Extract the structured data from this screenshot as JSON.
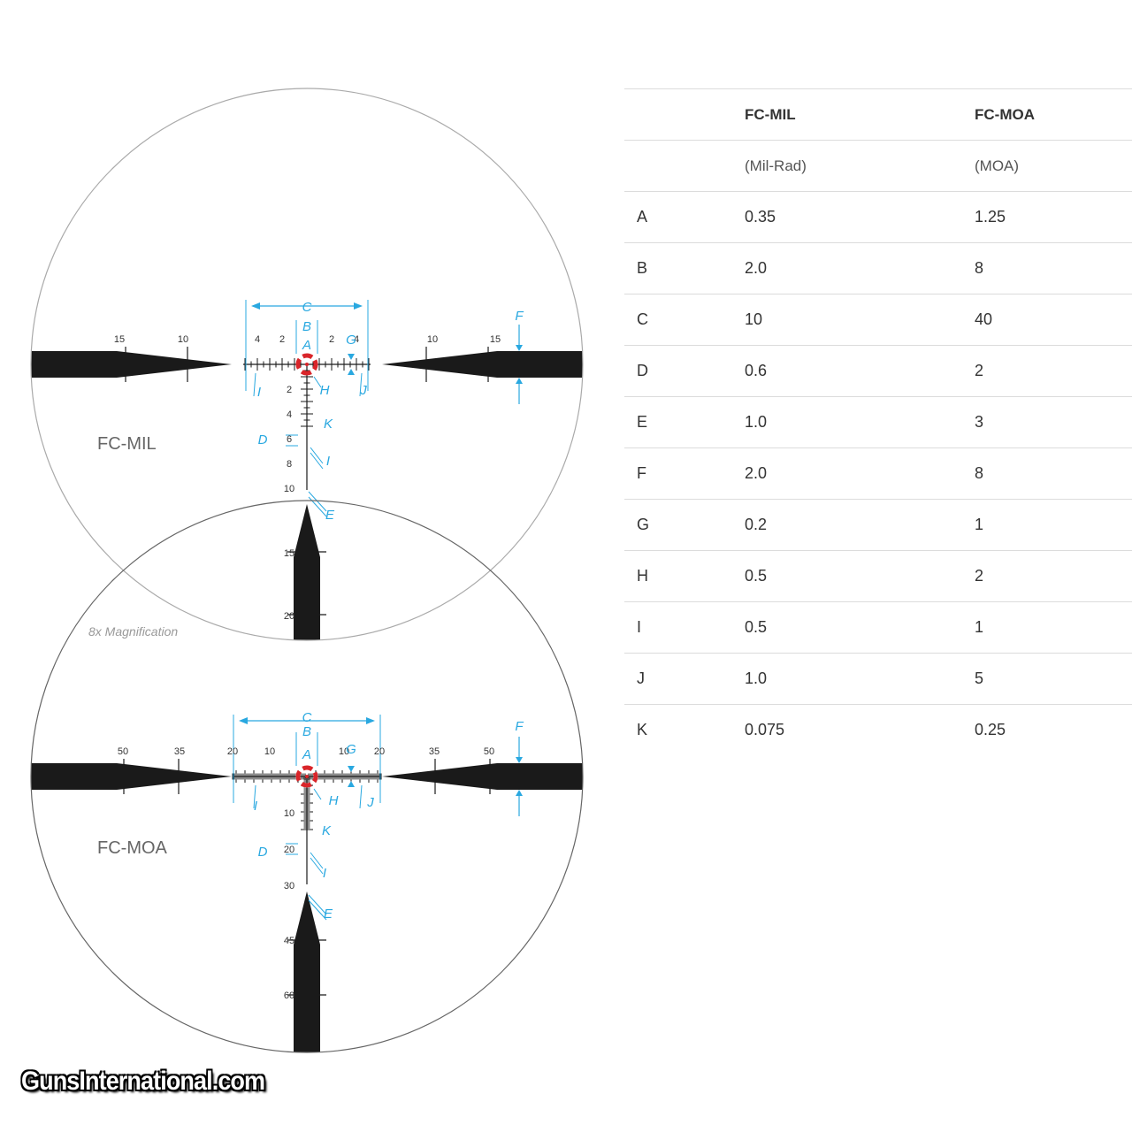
{
  "diagrams": [
    {
      "name": "FC-MIL",
      "magnification": "8x Magnification",
      "horizontal_numbers": {
        "left": [
          "15",
          "10",
          "4",
          "2"
        ],
        "right": [
          "2",
          "4",
          "10",
          "15"
        ]
      },
      "vertical_numbers": [
        "2",
        "4",
        "6",
        "8",
        "10",
        "15",
        "20"
      ],
      "callouts": [
        "A",
        "B",
        "C",
        "D",
        "E",
        "F",
        "G",
        "H",
        "I",
        "J",
        "K",
        "I"
      ]
    },
    {
      "name": "FC-MOA",
      "horizontal_numbers": {
        "left": [
          "50",
          "35",
          "20",
          "10"
        ],
        "right": [
          "10",
          "20",
          "35",
          "50"
        ]
      },
      "vertical_numbers": [
        "10",
        "20",
        "30",
        "45",
        "60"
      ],
      "callouts": [
        "A",
        "B",
        "C",
        "D",
        "E",
        "F",
        "G",
        "H",
        "I",
        "J",
        "K",
        "I"
      ]
    }
  ],
  "table": {
    "headers": [
      "",
      "FC-MIL",
      "FC-MOA"
    ],
    "units": [
      "",
      "(Mil-Rad)",
      "(MOA)"
    ],
    "rows": [
      [
        "A",
        "0.35",
        "1.25"
      ],
      [
        "B",
        "2.0",
        "8"
      ],
      [
        "C",
        "10",
        "40"
      ],
      [
        "D",
        "0.6",
        "2"
      ],
      [
        "E",
        "1.0",
        "3"
      ],
      [
        "F",
        "2.0",
        "8"
      ],
      [
        "G",
        "0.2",
        "1"
      ],
      [
        "H",
        "0.5",
        "2"
      ],
      [
        "I",
        "0.5",
        "1"
      ],
      [
        "J",
        "1.0",
        "5"
      ],
      [
        "K",
        "0.075",
        "0.25"
      ]
    ]
  },
  "watermark": "GunsInternational.com",
  "colors": {
    "callout": "#29a8e0",
    "dot": "#d9252a",
    "reticle": "#1a1a1a",
    "circle": "#999999"
  }
}
